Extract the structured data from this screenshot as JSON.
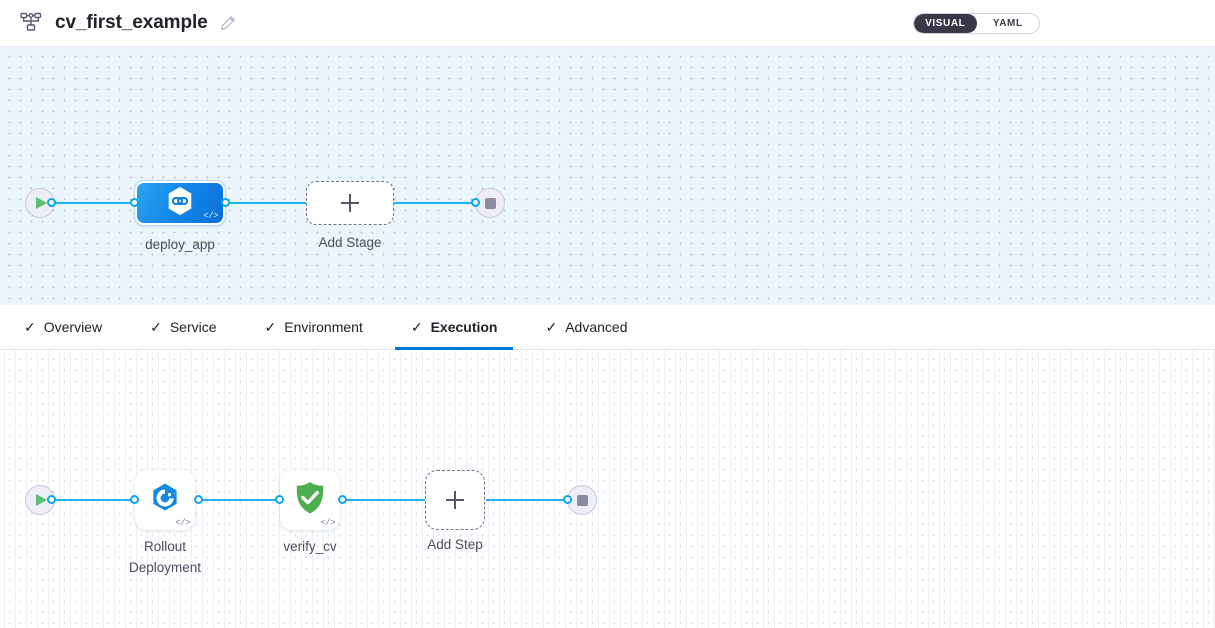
{
  "header": {
    "pipeline_icon": "pipeline-hierarchy-icon",
    "title": "cv_first_example",
    "edit_icon": "edit-pencil-icon",
    "view_toggle": {
      "options": [
        {
          "label": "VISUAL",
          "active": true
        },
        {
          "label": "YAML",
          "active": false
        }
      ],
      "active_color": "#383846"
    }
  },
  "stage_canvas": {
    "background_color": "#eaf6fb",
    "start_node": {
      "icon": "play-icon",
      "color": "#5bc072"
    },
    "nodes": [
      {
        "label": "deploy_app",
        "icon": "harness-hexagon-icon",
        "type": "stage",
        "selected": true,
        "code_badge": "</>"
      },
      {
        "label": "Add Stage",
        "icon": "plus-icon",
        "type": "add-stage"
      }
    ],
    "end_node": {
      "icon": "stop-icon",
      "color": "#8a8aa0"
    }
  },
  "tabs": [
    {
      "label": "Overview",
      "check": "✓",
      "active": false
    },
    {
      "label": "Service",
      "check": "✓",
      "active": false
    },
    {
      "label": "Environment",
      "check": "✓",
      "active": false
    },
    {
      "label": "Execution",
      "check": "✓",
      "active": true
    },
    {
      "label": "Advanced",
      "check": "✓",
      "active": false
    }
  ],
  "tab_accent_color": "#0278d5",
  "step_canvas": {
    "background_color": "#ffffff",
    "start_node": {
      "icon": "play-icon",
      "color": "#5bc072"
    },
    "nodes": [
      {
        "label": "Rollout\nDeployment",
        "icon": "k8s-rollout-icon",
        "type": "step",
        "code_badge": "</>"
      },
      {
        "label": "verify_cv",
        "icon": "green-shield-check-icon",
        "type": "step",
        "code_badge": "</>"
      },
      {
        "label": "Add Step",
        "icon": "plus-icon",
        "type": "add-step"
      }
    ],
    "end_node": {
      "icon": "stop-icon",
      "color": "#8a8aa0"
    }
  }
}
